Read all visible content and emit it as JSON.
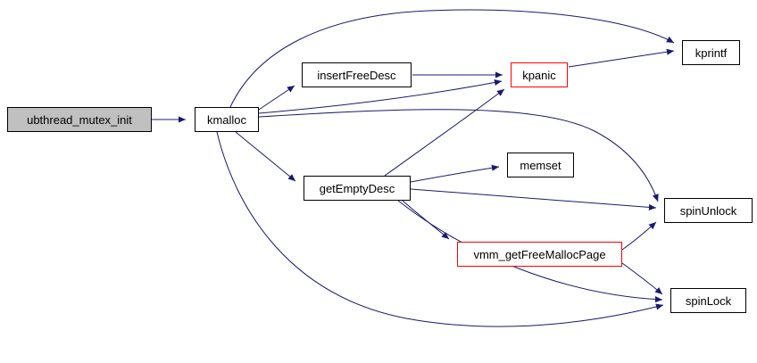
{
  "diagram": {
    "type": "call-graph",
    "root_id": "ubthread_mutex_init",
    "nodes": {
      "ubthread_mutex_init": {
        "label": "ubthread_mutex_init",
        "kind": "root"
      },
      "kmalloc": {
        "label": "kmalloc",
        "kind": "normal"
      },
      "insertFreeDesc": {
        "label": "insertFreeDesc",
        "kind": "normal"
      },
      "kpanic": {
        "label": "kpanic",
        "kind": "truncated"
      },
      "kprintf": {
        "label": "kprintf",
        "kind": "normal"
      },
      "getEmptyDesc": {
        "label": "getEmptyDesc",
        "kind": "normal"
      },
      "memset": {
        "label": "memset",
        "kind": "normal"
      },
      "spinUnlock": {
        "label": "spinUnlock",
        "kind": "normal"
      },
      "vmm_getFreeMallocPage": {
        "label": "vmm_getFreeMallocPage",
        "kind": "truncated"
      },
      "spinLock": {
        "label": "spinLock",
        "kind": "normal"
      }
    },
    "edges": [
      {
        "from": "ubthread_mutex_init",
        "to": "kmalloc"
      },
      {
        "from": "kmalloc",
        "to": "kprintf"
      },
      {
        "from": "kmalloc",
        "to": "insertFreeDesc"
      },
      {
        "from": "kmalloc",
        "to": "kpanic"
      },
      {
        "from": "kmalloc",
        "to": "getEmptyDesc"
      },
      {
        "from": "kmalloc",
        "to": "spinUnlock"
      },
      {
        "from": "kmalloc",
        "to": "spinLock"
      },
      {
        "from": "insertFreeDesc",
        "to": "kpanic"
      },
      {
        "from": "kpanic",
        "to": "kprintf"
      },
      {
        "from": "getEmptyDesc",
        "to": "kpanic"
      },
      {
        "from": "getEmptyDesc",
        "to": "memset"
      },
      {
        "from": "getEmptyDesc",
        "to": "vmm_getFreeMallocPage"
      },
      {
        "from": "getEmptyDesc",
        "to": "spinUnlock"
      },
      {
        "from": "getEmptyDesc",
        "to": "spinLock"
      },
      {
        "from": "vmm_getFreeMallocPage",
        "to": "spinUnlock"
      },
      {
        "from": "vmm_getFreeMallocPage",
        "to": "spinLock"
      }
    ],
    "colors": {
      "edge": "#191970",
      "root_fill": "#c0c0c0",
      "node_fill": "#ffffff",
      "node_border": "#000000",
      "truncated_border": "#ff0000",
      "text": "#000000",
      "background": "#ffffff"
    }
  }
}
